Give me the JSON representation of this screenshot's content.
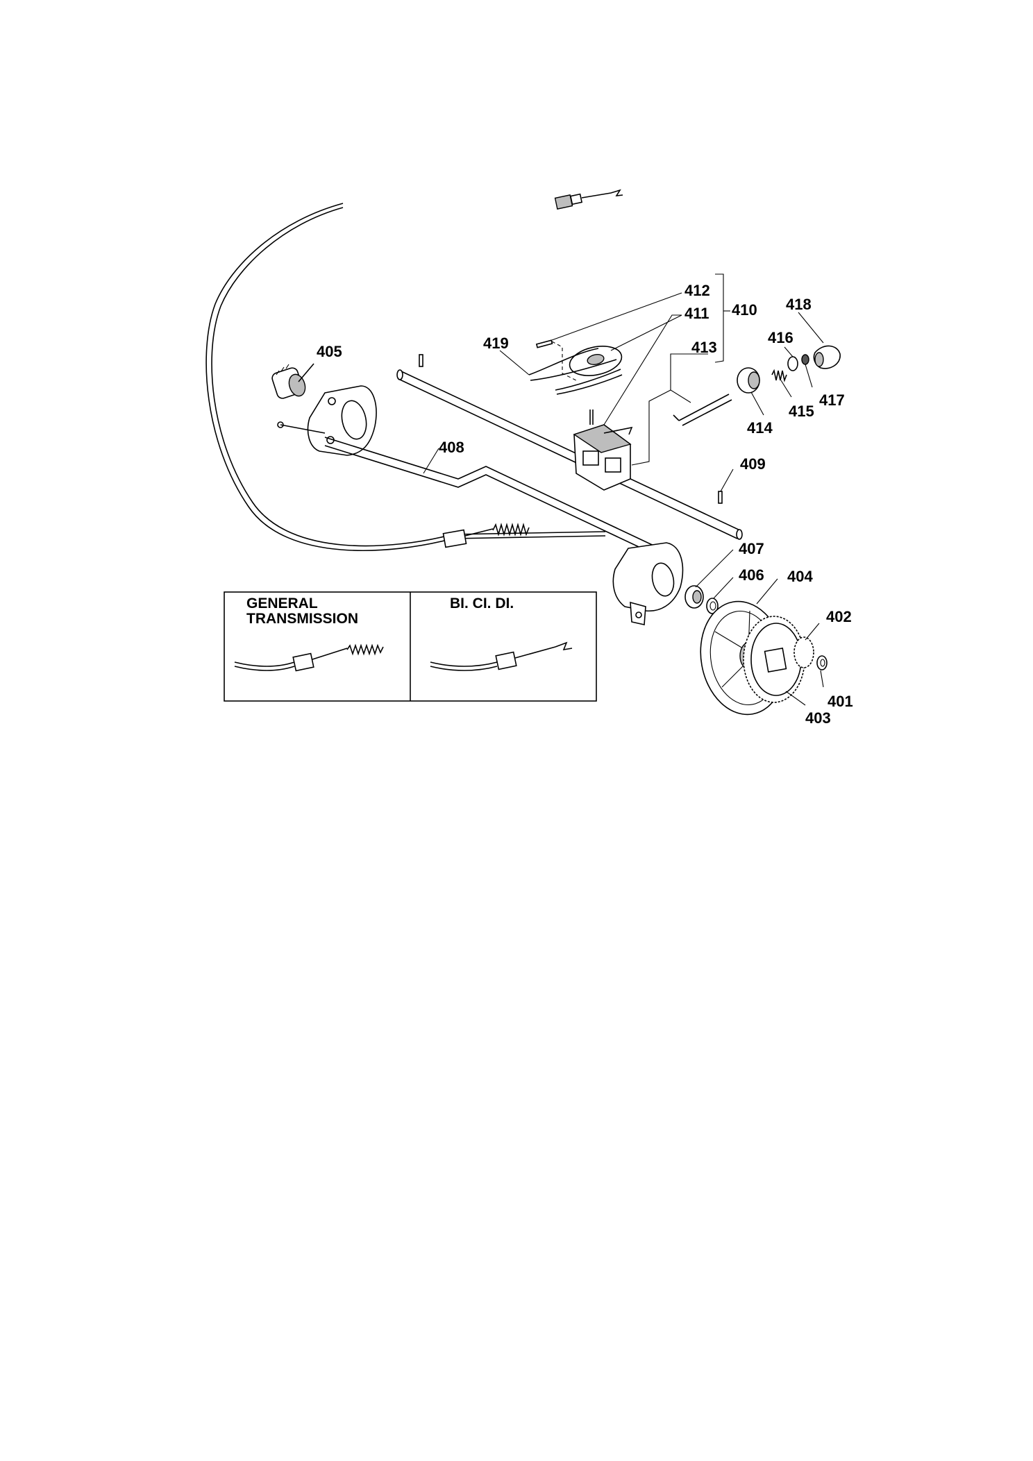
{
  "diagram": {
    "part_labels": {
      "p401": "401",
      "p402": "402",
      "p403": "403",
      "p404": "404",
      "p405": "405",
      "p406": "406",
      "p407": "407",
      "p408": "408",
      "p409": "409",
      "p410": "410",
      "p411": "411",
      "p412": "412",
      "p413": "413",
      "p414": "414",
      "p415": "415",
      "p416": "416",
      "p417": "417",
      "p418": "418",
      "p419": "419"
    },
    "inset": {
      "left_title_line1": "GENERAL",
      "left_title_line2": "TRANSMISSION",
      "right_title": "BI. CI. DI."
    }
  }
}
